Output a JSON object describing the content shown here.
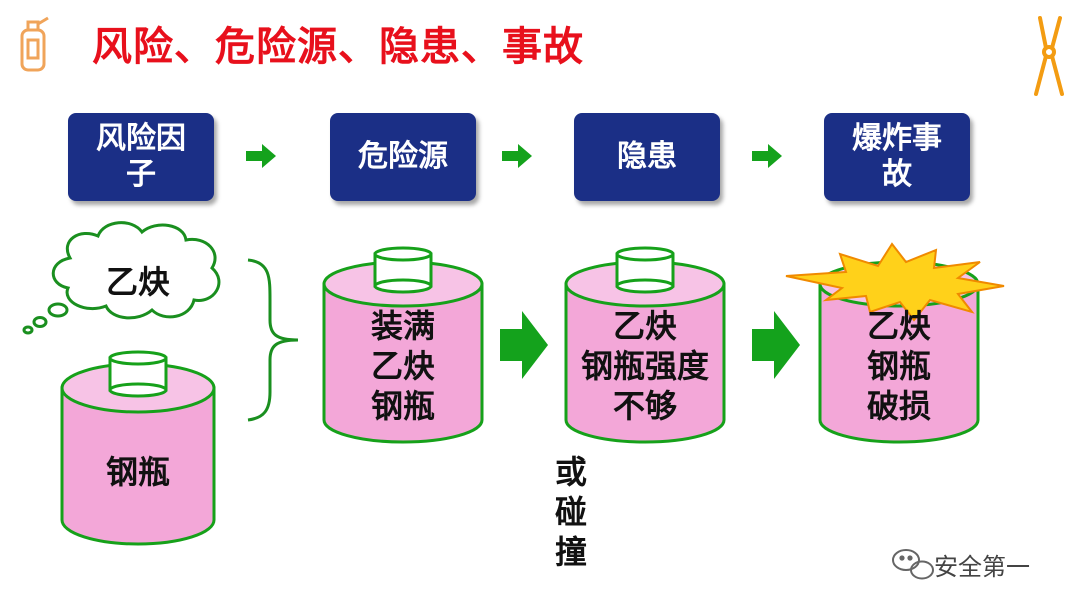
{
  "title": "风险、危险源、隐患、事故",
  "flow": [
    {
      "label": "风险因\n子"
    },
    {
      "label": "危险源"
    },
    {
      "label": "隐患"
    },
    {
      "label": "爆炸事\n故"
    }
  ],
  "cloud_text": "乙炔",
  "cylinders": {
    "left": "钢瓶",
    "full": "装满\n乙炔\n钢瓶",
    "weak": "乙炔\n钢瓶强度\n不够",
    "broken": "乙炔\n钢瓶\n破损"
  },
  "collision_text": "或\n碰\n撞",
  "watermark": "安全第一",
  "colors": {
    "title": "#e8101c",
    "header_bg": "#1b2f86",
    "arrow": "#14a21c",
    "cylinder_fill": "#f3a7d8",
    "cylinder_stroke": "#16a11a",
    "burst": "#ffd11a"
  },
  "icons": [
    "fire-extinguisher-icon",
    "pliers-icon",
    "wechat-icon"
  ]
}
